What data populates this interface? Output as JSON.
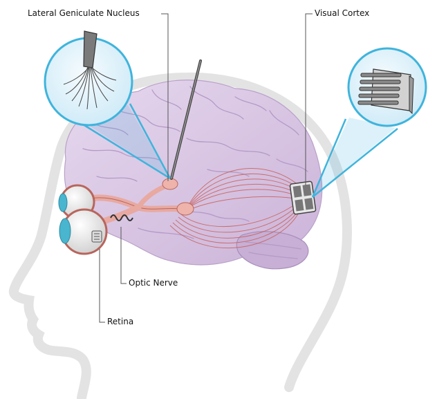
{
  "labels": {
    "lgn": "Lateral Geniculate Nucleus",
    "visual_cortex": "Visual Cortex",
    "optic_nerve": "Optic Nerve",
    "retina": "Retina"
  },
  "colors": {
    "head_outline": "#e3e3e3",
    "brain": "#d7c3e0",
    "brain_fold": "#a98dbd",
    "nerve": "#e8a9a1",
    "nerve_stroke": "#b8655c",
    "callout": "#3fb4dc",
    "callout_fill": "#e5f4fb"
  },
  "icons": [
    "electrode-brush-icon",
    "electrode-array-icon",
    "cortical-implant-icon",
    "retinal-implant-icon",
    "probe-needle-icon"
  ]
}
